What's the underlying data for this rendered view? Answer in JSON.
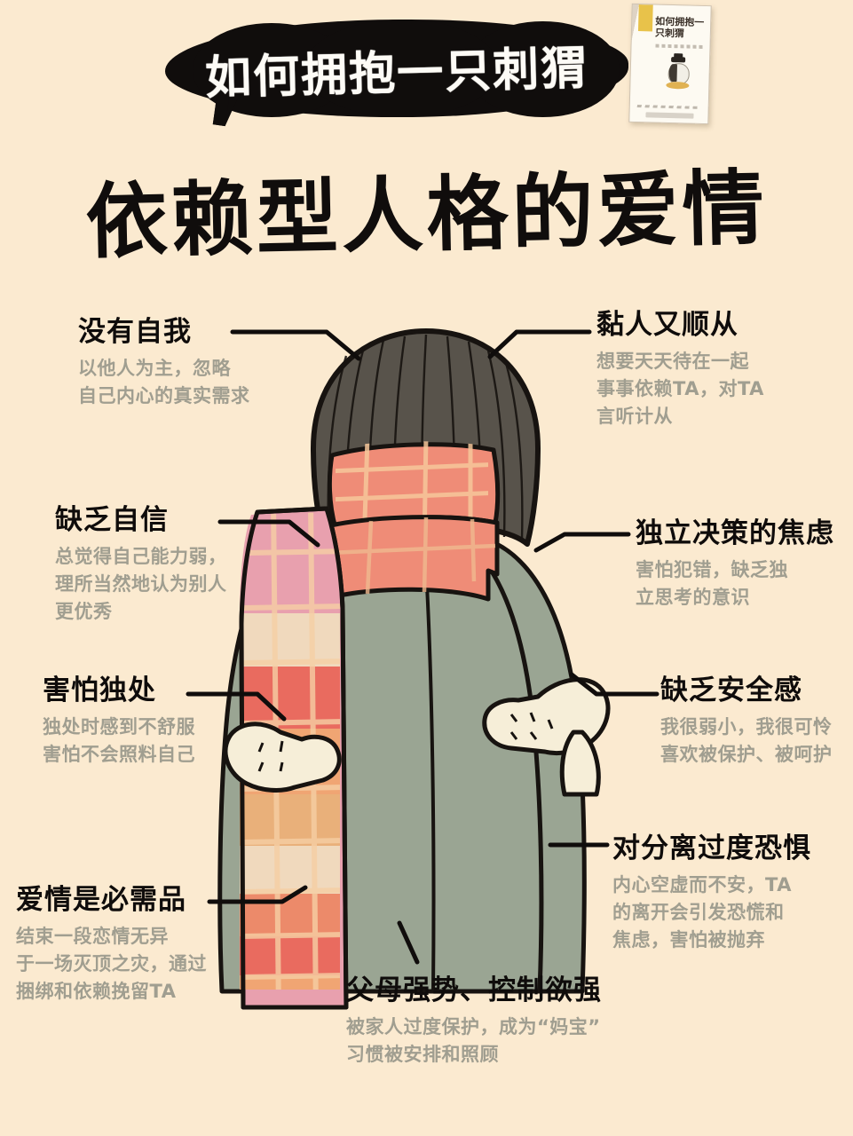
{
  "background_color": "#fbead0",
  "ink_color": "#100d0c",
  "body_text_color": "#a09e90",
  "badge": {
    "title": "如何拥抱一只刺猬"
  },
  "book_cover": {
    "title": "如何拥抱一只刺猬",
    "alt": "book-cover-how-to-hug-a-hedgehog"
  },
  "main_title": "依赖型人格的爱情",
  "illustration": {
    "alt": "two-people-hugging-illustration",
    "hair_color": "#58534b",
    "coat_color": "#9aa593",
    "skin_color": "#f6eed8",
    "scarf_colors": [
      "#ef8c77",
      "#e8a0ae",
      "#e9b07a",
      "#e96b5f",
      "#f0d9bd"
    ]
  },
  "annotations": [
    {
      "id": "no-self",
      "side": "left",
      "heading": "没有自我",
      "body": "以他人为主，忽略\n自己内心的真实需求"
    },
    {
      "id": "lack-confidence",
      "side": "left",
      "heading": "缺乏自信",
      "body": "总觉得自己能力弱，\n理所当然地认为别人\n更优秀"
    },
    {
      "id": "fear-alone",
      "side": "left",
      "heading": "害怕独处",
      "body": "独处时感到不舒服\n害怕不会照料自己"
    },
    {
      "id": "love-necessity",
      "side": "left",
      "heading": "爱情是必需品",
      "body": "结束一段恋情无异\n于一场灭顶之灾，通过\n捆绑和依赖挽留TA"
    },
    {
      "id": "clingy",
      "side": "right",
      "heading": "黏人又顺从",
      "body": "想要天天待在一起\n事事依赖TA，对TA\n言听计从"
    },
    {
      "id": "decision-anxiety",
      "side": "right",
      "heading": "独立决策的焦虑",
      "body": "害怕犯错，缺乏独\n立思考的意识"
    },
    {
      "id": "insecure",
      "side": "right",
      "heading": "缺乏安全感",
      "body": "我很弱小，我很可怜\n喜欢被保护、被呵护"
    },
    {
      "id": "fear-separation",
      "side": "right",
      "heading": "对分离过度恐惧",
      "body": "内心空虚而不安，TA\n的离开会引发恐慌和\n焦虑，害怕被抛弃"
    },
    {
      "id": "parents",
      "side": "bottom",
      "heading": "父母强势、控制欲强",
      "body": "被家人过度保护，成为“妈宝”\n习惯被安排和照顾"
    }
  ]
}
